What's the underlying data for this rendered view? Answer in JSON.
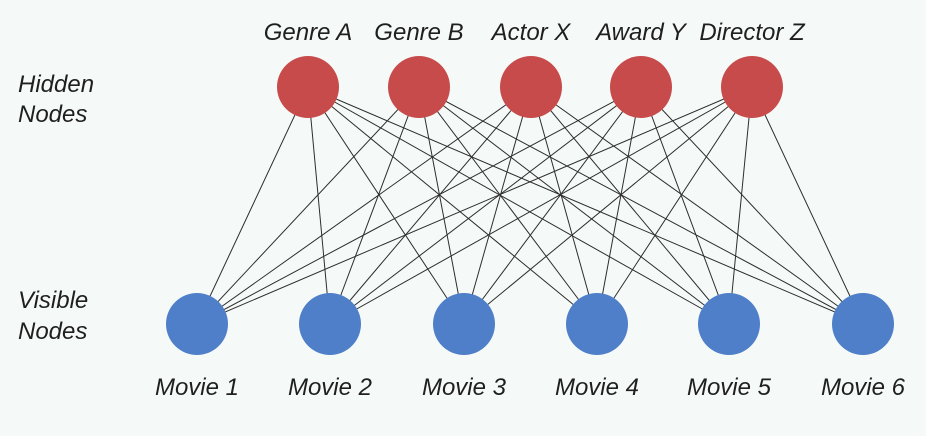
{
  "diagram": {
    "layer_labels": {
      "hidden": [
        "Hidden",
        "Nodes"
      ],
      "visible": [
        "Visible",
        "Nodes"
      ]
    },
    "hidden_nodes": [
      {
        "label": "Genre A"
      },
      {
        "label": "Genre B"
      },
      {
        "label": "Actor X"
      },
      {
        "label": "Award Y"
      },
      {
        "label": "Director Z"
      }
    ],
    "visible_nodes": [
      {
        "label": "Movie 1"
      },
      {
        "label": "Movie 2"
      },
      {
        "label": "Movie 3"
      },
      {
        "label": "Movie 4"
      },
      {
        "label": "Movie 5"
      },
      {
        "label": "Movie 6"
      }
    ],
    "connectivity": "fully-connected",
    "colors": {
      "hidden_node": "#c84b4b",
      "visible_node": "#4f7fc8",
      "edge": "#2d2d2d",
      "background": "#f5faf8",
      "text": "#1f1f1f"
    }
  }
}
